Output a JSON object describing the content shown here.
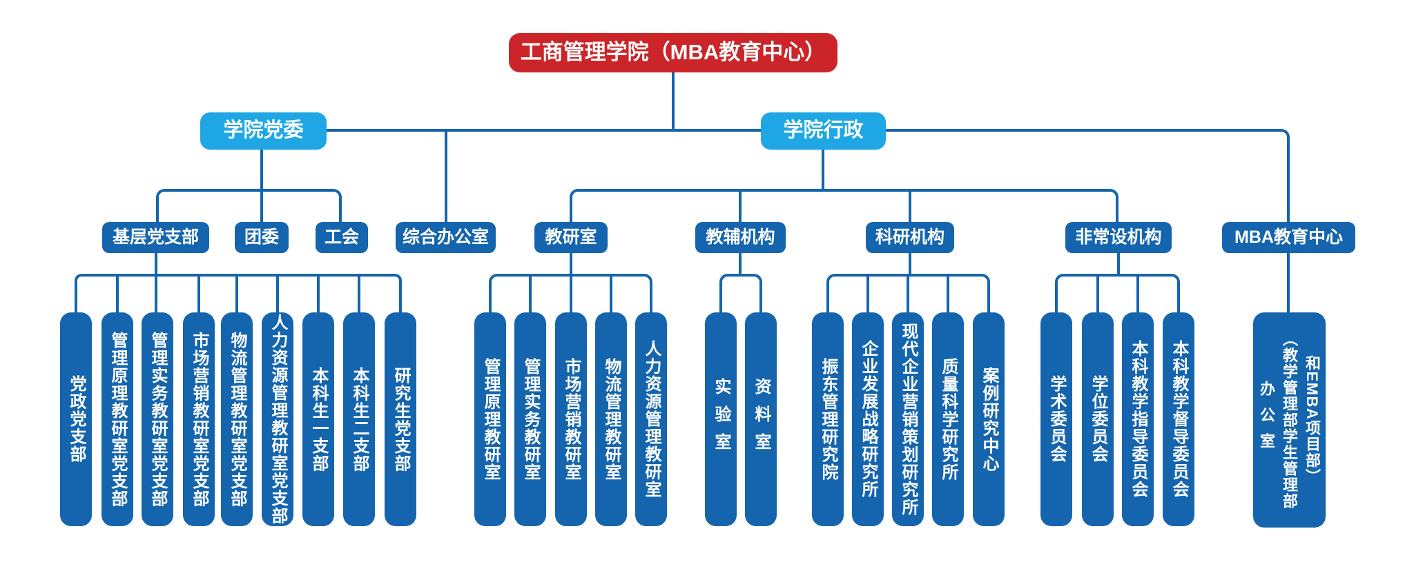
{
  "palette": {
    "red": "#cb2529",
    "light_blue": "#1ea7e4",
    "dark_blue": "#1565ae",
    "line": "#1565ae",
    "text_color": "#ffffff",
    "bg": "#ffffff"
  },
  "chart": {
    "root": "工商管理学院（MBA教育中心）",
    "l2": [
      "学院党委",
      "学院行政"
    ],
    "l3": [
      "基层党支部",
      "团委",
      "工会",
      "综合办公室",
      "教研室",
      "教辅机构",
      "科研机构",
      "非常设机构",
      "MBA教育中心"
    ],
    "g1": [
      "党政党支部",
      "管理原理教研室党支部",
      "管理实务教研室党支部",
      "市场营销教研室党支部",
      "物流管理教研室党支部",
      "人力资源管理教研室党支部",
      "本科生一支部",
      "本科生二支部",
      "研究生党支部"
    ],
    "g2": [
      "管理原理教研室",
      "管理实务教研室",
      "市场营销教研室",
      "物流管理教研室",
      "人力资源管理教研室"
    ],
    "g3": [
      "实验室",
      "资料室"
    ],
    "g4": [
      "振东管理研究院",
      "企业发展战略研究所",
      "现代企业营销策划研究所",
      "质量科学研究所",
      "案例研究中心"
    ],
    "g5": [
      "学术委员会",
      "学位委员会",
      "本科教学指导委员会",
      "本科教学督导委员会"
    ],
    "g6": [
      "办公室",
      "（教学管理部学生管理部",
      "和EMBA项目部）"
    ]
  }
}
